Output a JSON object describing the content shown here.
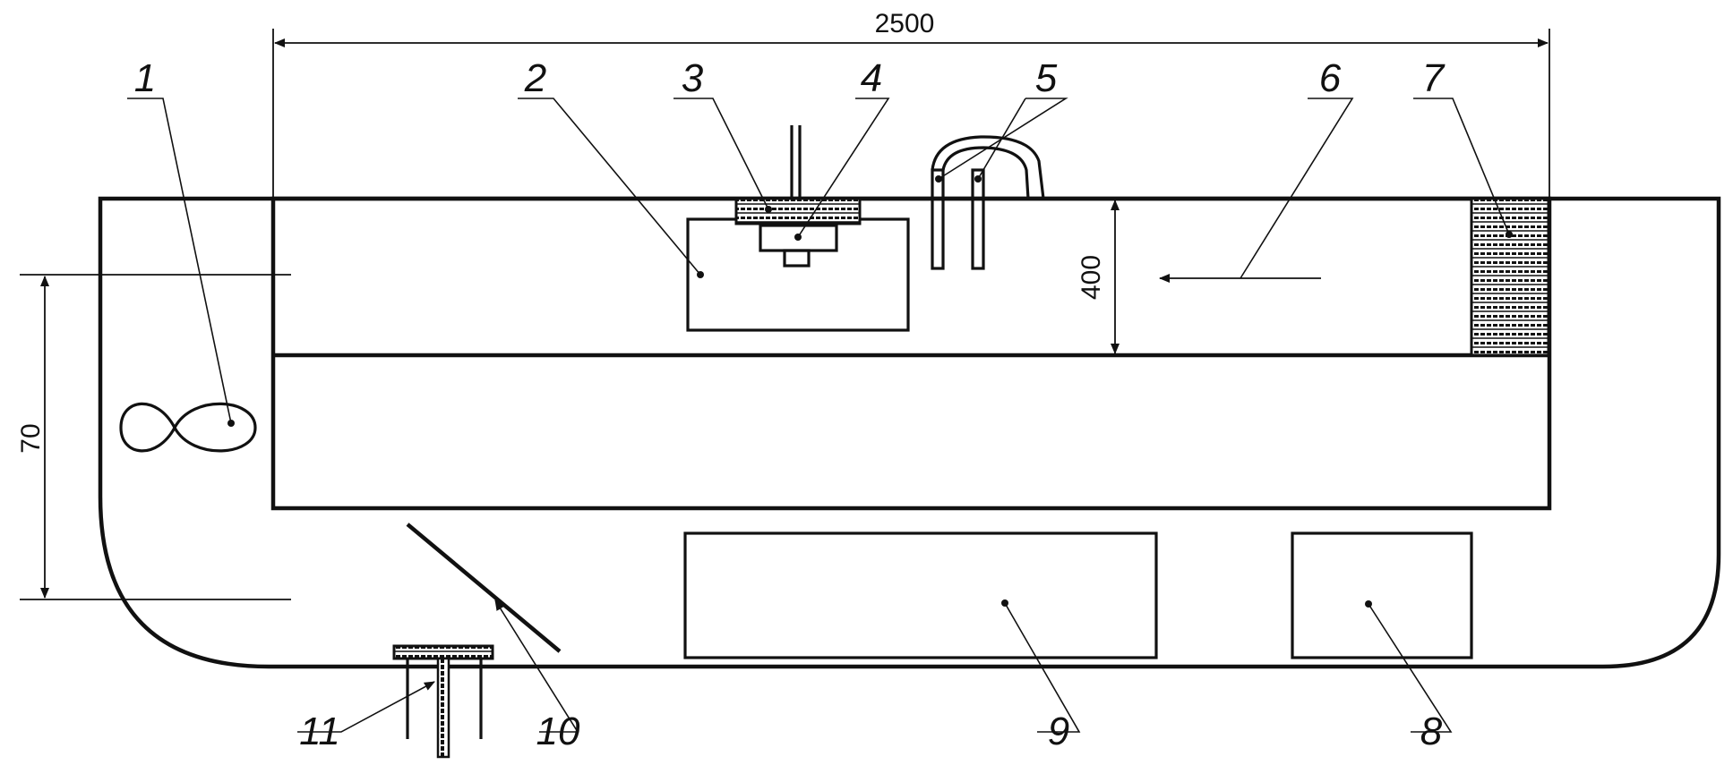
{
  "dimensions": {
    "length": "2500",
    "height": "400",
    "level": "70"
  },
  "callouts": [
    "1",
    "2",
    "3",
    "4",
    "5",
    "6",
    "7",
    "8",
    "9",
    "10",
    "11"
  ]
}
